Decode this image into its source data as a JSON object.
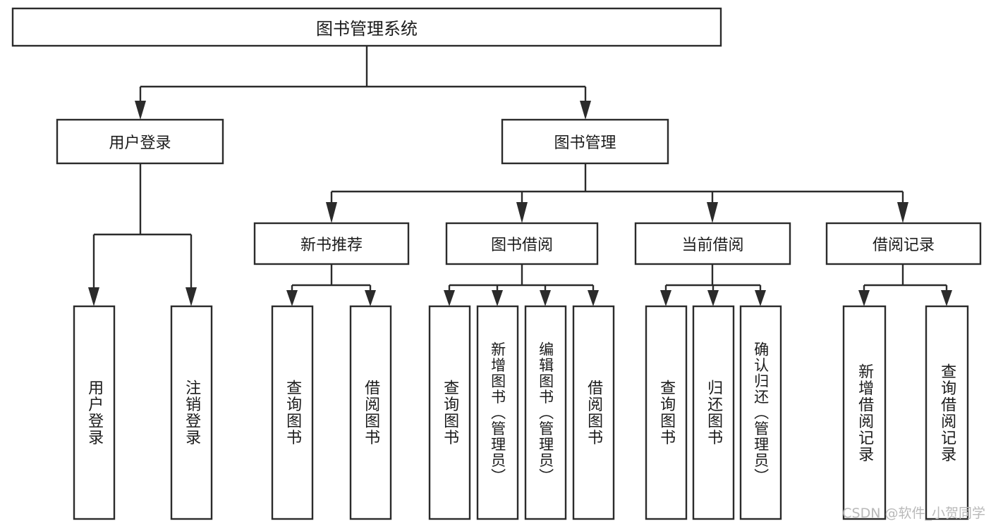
{
  "diagram": {
    "title": "图书管理系统",
    "type": "tree",
    "orientation": "top-down",
    "watermark": "CSDN @软件_小贺同学",
    "colors": {
      "box_fill": "#ffffff",
      "box_stroke": "#2b2b2b",
      "text": "#1b1b1b",
      "watermark": "#b9b9b9",
      "background": "#ffffff"
    },
    "nodes": {
      "root": {
        "label": "图书管理系统",
        "level": 1,
        "text_direction": "horizontal"
      },
      "user_login": {
        "label": "用户登录",
        "level": 2,
        "text_direction": "horizontal"
      },
      "book_mgmt": {
        "label": "图书管理",
        "level": 2,
        "text_direction": "horizontal"
      },
      "new_book_rec": {
        "label": "新书推荐",
        "level": 3,
        "text_direction": "horizontal"
      },
      "book_borrow": {
        "label": "图书借阅",
        "level": 3,
        "text_direction": "horizontal"
      },
      "current_borrow": {
        "label": "当前借阅",
        "level": 3,
        "text_direction": "horizontal"
      },
      "borrow_record": {
        "label": "借阅记录",
        "level": 3,
        "text_direction": "horizontal"
      },
      "leaf_user_login": {
        "label": "用户登录",
        "level": 4,
        "text_direction": "vertical"
      },
      "leaf_logout": {
        "label": "注销登录",
        "level": 4,
        "text_direction": "vertical"
      },
      "leaf_query_book_1": {
        "label": "查询图书",
        "level": 4,
        "text_direction": "vertical"
      },
      "leaf_borrow_book_1": {
        "label": "借阅图书",
        "level": 4,
        "text_direction": "vertical"
      },
      "leaf_query_book_2": {
        "label": "查询图书",
        "level": 4,
        "text_direction": "vertical"
      },
      "leaf_add_book": {
        "label": "新增图书（管理员）",
        "level": 4,
        "text_direction": "vertical"
      },
      "leaf_edit_book": {
        "label": "编辑图书（管理员）",
        "level": 4,
        "text_direction": "vertical"
      },
      "leaf_borrow_book_2": {
        "label": "借阅图书",
        "level": 4,
        "text_direction": "vertical"
      },
      "leaf_query_book_3": {
        "label": "查询图书",
        "level": 4,
        "text_direction": "vertical"
      },
      "leaf_return_book": {
        "label": "归还图书",
        "level": 4,
        "text_direction": "vertical"
      },
      "leaf_confirm_return": {
        "label": "确认归还（管理员）",
        "level": 4,
        "text_direction": "vertical"
      },
      "leaf_add_record": {
        "label": "新增借阅记录",
        "level": 4,
        "text_direction": "vertical"
      },
      "leaf_query_record": {
        "label": "查询借阅记录",
        "level": 4,
        "text_direction": "vertical"
      }
    },
    "edges": [
      {
        "from": "root",
        "to": "user_login"
      },
      {
        "from": "root",
        "to": "book_mgmt"
      },
      {
        "from": "user_login",
        "to": "leaf_user_login"
      },
      {
        "from": "user_login",
        "to": "leaf_logout"
      },
      {
        "from": "book_mgmt",
        "to": "new_book_rec"
      },
      {
        "from": "book_mgmt",
        "to": "book_borrow"
      },
      {
        "from": "book_mgmt",
        "to": "current_borrow"
      },
      {
        "from": "book_mgmt",
        "to": "borrow_record"
      },
      {
        "from": "new_book_rec",
        "to": "leaf_query_book_1"
      },
      {
        "from": "new_book_rec",
        "to": "leaf_borrow_book_1"
      },
      {
        "from": "book_borrow",
        "to": "leaf_query_book_2"
      },
      {
        "from": "book_borrow",
        "to": "leaf_add_book"
      },
      {
        "from": "book_borrow",
        "to": "leaf_edit_book"
      },
      {
        "from": "book_borrow",
        "to": "leaf_borrow_book_2"
      },
      {
        "from": "current_borrow",
        "to": "leaf_query_book_3"
      },
      {
        "from": "current_borrow",
        "to": "leaf_return_book"
      },
      {
        "from": "current_borrow",
        "to": "leaf_confirm_return"
      },
      {
        "from": "borrow_record",
        "to": "leaf_add_record"
      },
      {
        "from": "borrow_record",
        "to": "leaf_query_record"
      }
    ]
  }
}
